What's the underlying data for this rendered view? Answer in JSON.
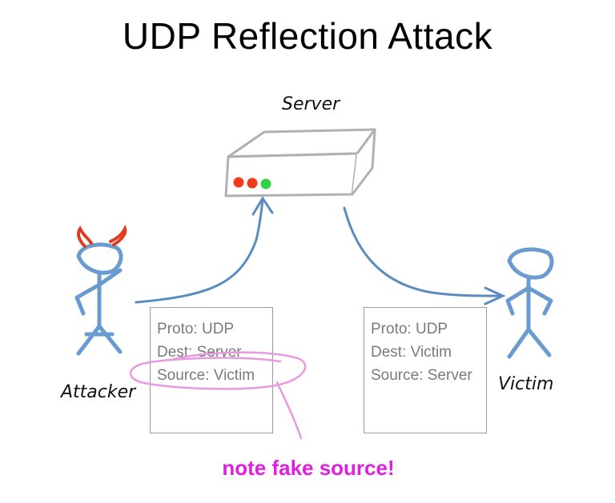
{
  "title": "UDP Reflection Attack",
  "labels": {
    "server": "Server",
    "attacker": "Attacker",
    "victim": "Victim"
  },
  "packets": [
    {
      "lines": [
        "Proto: UDP",
        "Dest: Server",
        "Source: Victim"
      ]
    },
    {
      "lines": [
        "Proto: UDP",
        "Dest: Victim",
        "Source: Server"
      ]
    }
  ],
  "note": "note fake source!",
  "colors": {
    "arrow": "#5a8cc0",
    "figure": "#6a9bd0",
    "horns": "#e23a1e",
    "highlight": "#e69ae0",
    "note": "#e020e0",
    "led_red": "#f03a1e",
    "led_green": "#33d04a"
  }
}
